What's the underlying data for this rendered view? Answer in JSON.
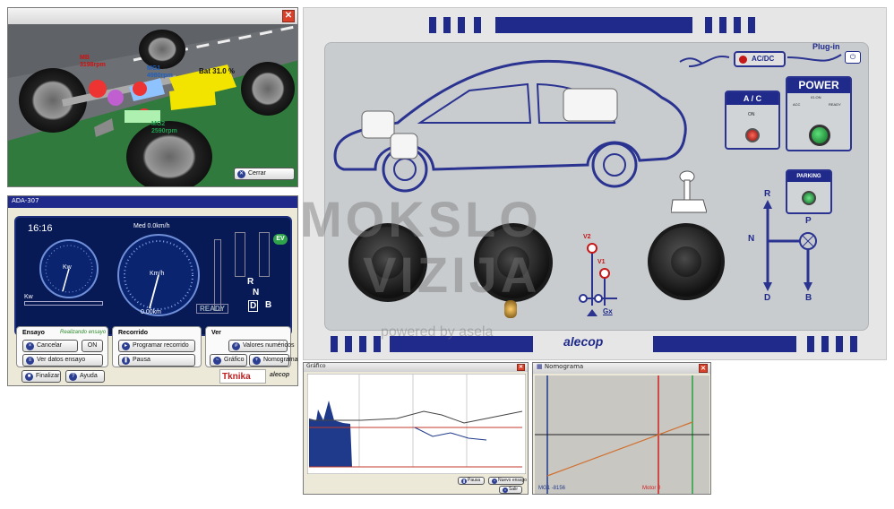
{
  "sim_window": {
    "labels": [
      {
        "text": "MB",
        "value": "3198rpm",
        "color": "#d01010"
      },
      {
        "text": "MG1",
        "value": "4980rpm",
        "color": "#2060c0"
      },
      {
        "text": "Bat 31.0 %",
        "color": "#111111"
      },
      {
        "text": "MG2",
        "value": "2590rpm",
        "color": "#20a050"
      }
    ],
    "close_button": "Cerrar"
  },
  "dash_window": {
    "title": "ADA-307",
    "time": "16:16",
    "speed_label": "Med 0.0km/h",
    "kw_gauge_unit": "Kw",
    "speed_gauge_unit": "Km/h",
    "odometer": "0.00km",
    "kw_bar_label": "Kw",
    "ready": "READY",
    "ev_badge": "EV",
    "gears": [
      "R",
      "N",
      "D",
      "B"
    ],
    "groups": {
      "ensayo": {
        "title": "Ensayo",
        "status": "Realizando ensayo",
        "buttons": [
          "Cancelar",
          "Ver datos ensayo"
        ],
        "toggle": "ON"
      },
      "recorrido": {
        "title": "Recorrido",
        "buttons": [
          "Programar recorrido",
          "Pausa"
        ]
      },
      "ver": {
        "title": "Ver",
        "buttons": [
          "Valores numéricos",
          "Gráfico",
          "Nomograma"
        ]
      }
    },
    "bottom_buttons": [
      "Finalizar",
      "Ayuda"
    ],
    "logo_tknika": "Tknika",
    "logo_alecop": "alecop"
  },
  "panel": {
    "ac_dc": "AC/DC",
    "plugin": "Plug-in",
    "ac": {
      "title": "A / C",
      "on": "ON"
    },
    "power": {
      "title": "POWER",
      "ig_on": "IG-ON",
      "acc": "ACC",
      "ready": "READY"
    },
    "parking": "PARKING",
    "gear_labels": {
      "r": "R",
      "n": "N",
      "p": "P",
      "d": "D",
      "b": "B"
    },
    "v2": "V2",
    "v1": "V1",
    "gx": "Gx",
    "brand": "alecop"
  },
  "watermark": {
    "line1": "MOKSLO",
    "line2": "VIZIJA",
    "line3": "powered by asela"
  },
  "graph_window": {
    "title": "Gráfico",
    "buttons": [
      "Pausa",
      "Nuevo ensayo",
      "Salir"
    ]
  },
  "nomo_window": {
    "title": "Nomograma",
    "label_left": "MG1 -8156",
    "label_mid": "Motor 0"
  }
}
